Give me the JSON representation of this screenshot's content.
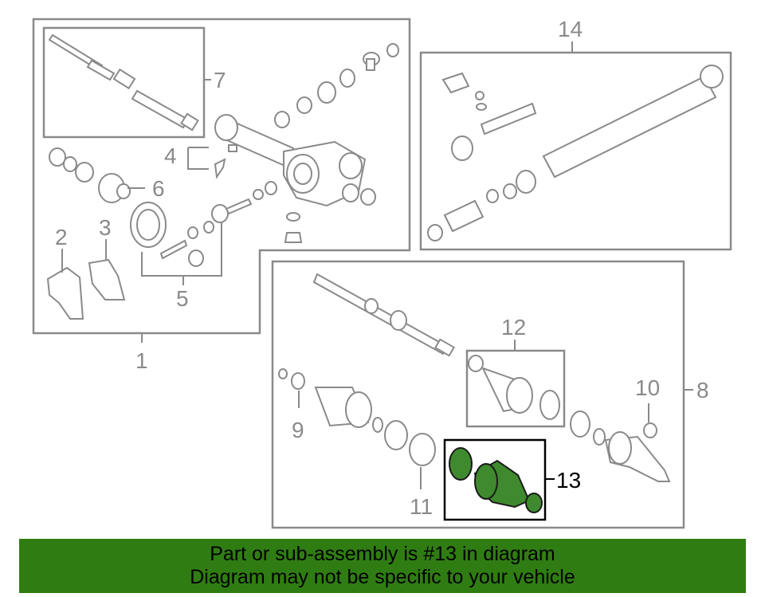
{
  "callouts": {
    "c1": "1",
    "c2": "2",
    "c3": "3",
    "c4": "4",
    "c5": "5",
    "c6": "6",
    "c7": "7",
    "c8": "8",
    "c9": "9",
    "c10": "10",
    "c11": "11",
    "c12": "12",
    "c13": "13",
    "c14": "14"
  },
  "highlighted_part": "13",
  "colors": {
    "highlight": "#3f8a2e",
    "banner": "#2f7d12",
    "line": "#8a8a8a"
  },
  "banner": {
    "line1": "Part or sub-assembly is #13 in diagram",
    "line2": "Diagram may not be specific to your vehicle"
  }
}
